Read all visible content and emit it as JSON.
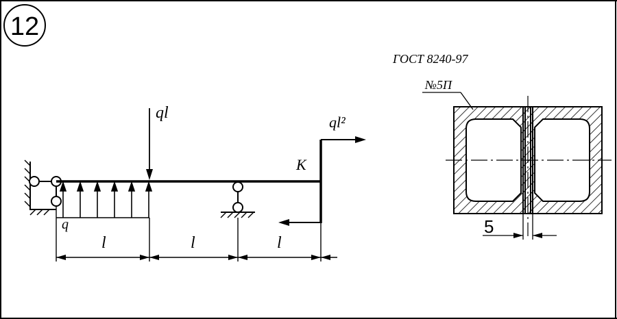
{
  "problem_number": "12",
  "loads": {
    "point_force": "ql",
    "moment": "ql²",
    "distributed": "q"
  },
  "point_label": "K",
  "spans": [
    "l",
    "l",
    "l"
  ],
  "section": {
    "standard": "ГОСТ 8240-97",
    "profile": "№5П",
    "dimension": "5"
  }
}
